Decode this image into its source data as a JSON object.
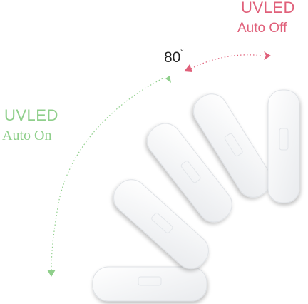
{
  "labels": {
    "off_title": "UVLED",
    "off_subtitle": "Auto Off",
    "on_title": "UVLED",
    "on_subtitle": "Auto On",
    "angle_value": "80",
    "angle_unit": "°"
  },
  "colors": {
    "off": "#e0607a",
    "on": "#8fcf8b",
    "device_body": "#f4f5f7",
    "device_edge": "#d9dce1"
  }
}
